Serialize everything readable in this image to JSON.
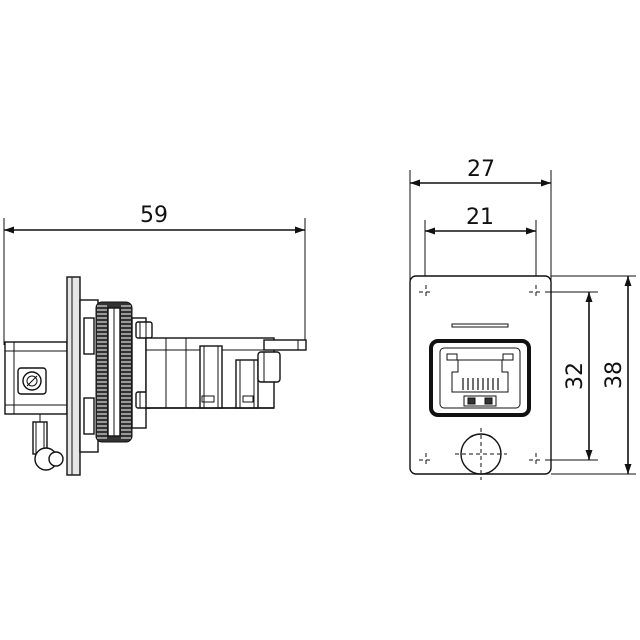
{
  "dimensions": {
    "side_length": "59",
    "front_outer_width": "27",
    "front_inner_width": "21",
    "front_inner_height": "32",
    "front_outer_height": "38"
  },
  "colors": {
    "line": "#111111",
    "panel_fill": "#e6e6e6",
    "background": "#ffffff"
  }
}
